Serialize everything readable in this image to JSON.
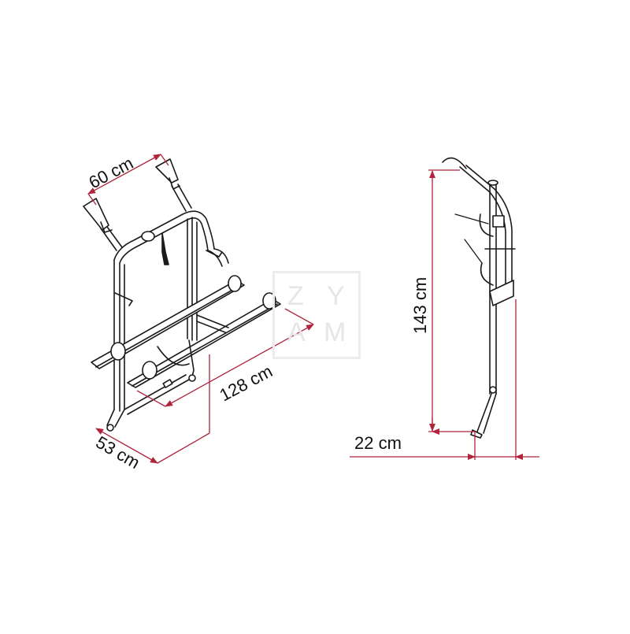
{
  "diagram": {
    "subject": "bike carrier rack",
    "views": [
      "isometric-front-view",
      "side-view"
    ],
    "colors": {
      "dimension_line": "#b0243c",
      "drawing_stroke": "#1a1a1a",
      "watermark": "#e6e6e6",
      "background": "#ffffff"
    },
    "dimensions": {
      "width_top": "60 cm",
      "length_depth": "128 cm",
      "width_bottom": "53 cm",
      "height": "143 cm",
      "foot_offset": "22 cm"
    },
    "watermark": {
      "letters": [
        "Z",
        "Y",
        "A",
        "M"
      ]
    }
  }
}
